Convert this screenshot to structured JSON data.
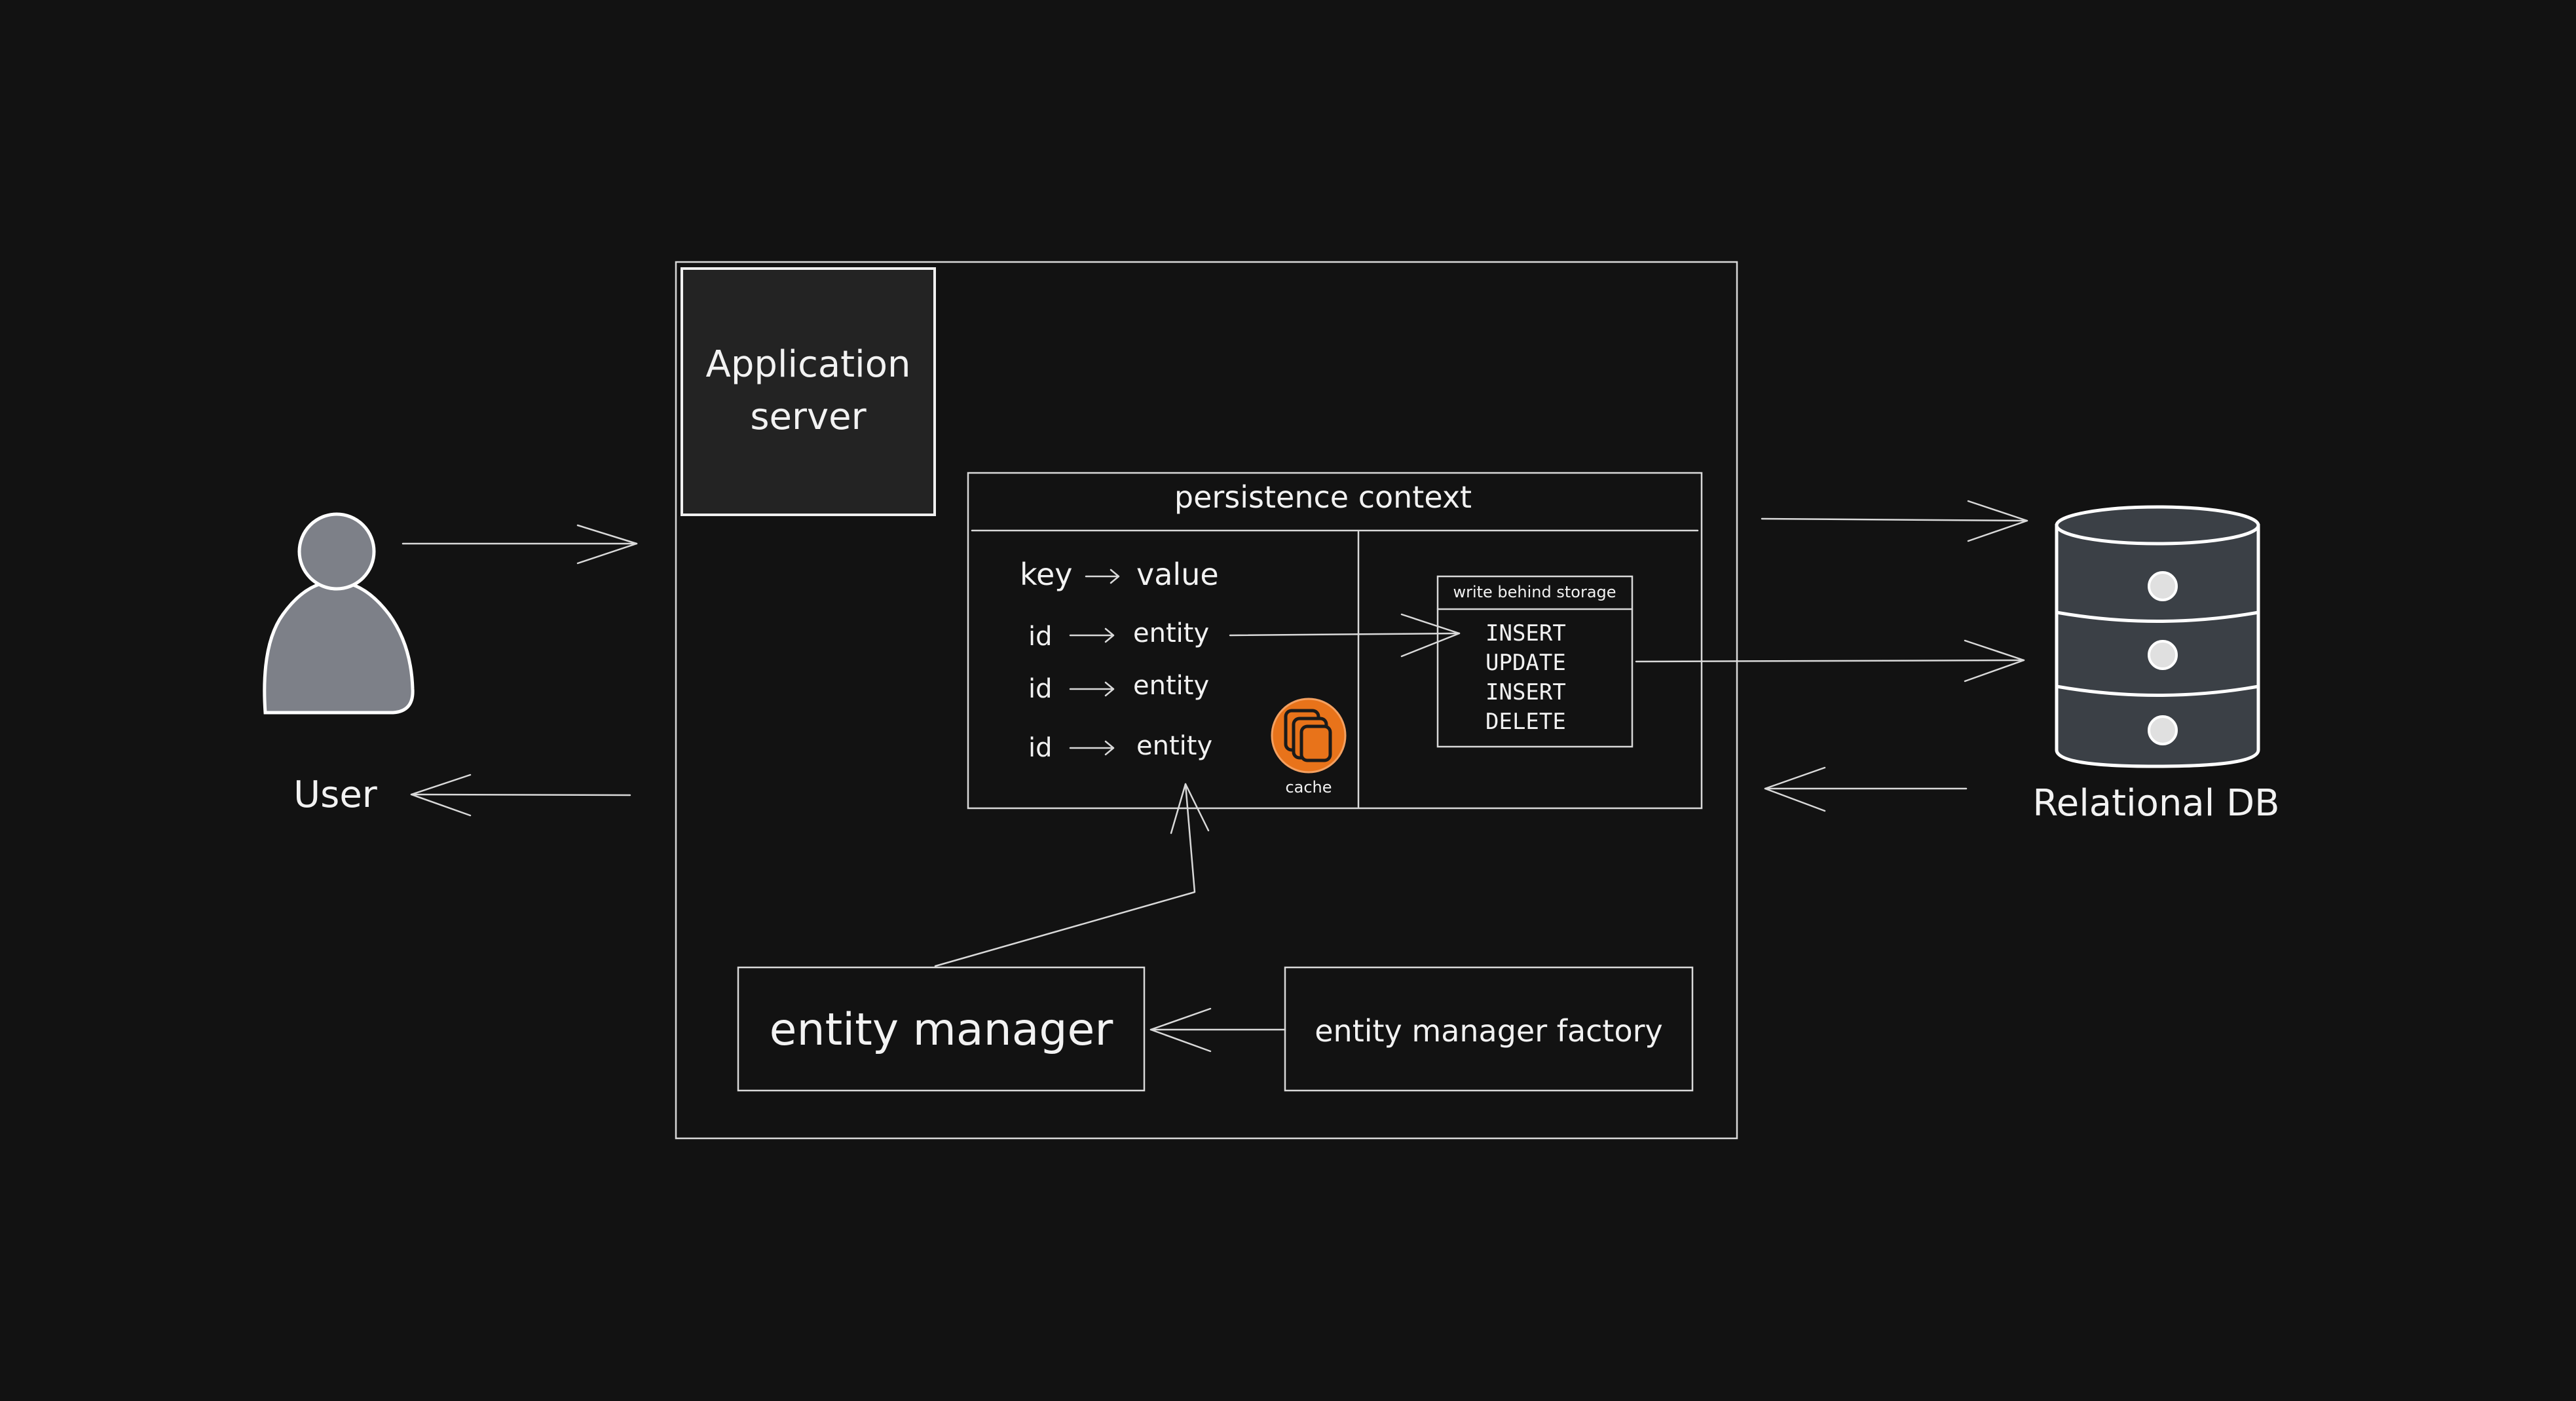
{
  "user": {
    "label": "User"
  },
  "app_server": {
    "label_line1": "Application",
    "label_line2": "server"
  },
  "persistence": {
    "title": "persistence context",
    "header_key": "key",
    "header_value": "value",
    "rows": [
      {
        "key": "id",
        "value": "entity"
      },
      {
        "key": "id",
        "value": "entity"
      },
      {
        "key": "id",
        "value": "entity"
      }
    ],
    "cache_label": "cache",
    "cache_color": "#e8731a"
  },
  "write_behind": {
    "title": "write behind storage",
    "ops": [
      "INSERT",
      "UPDATE",
      "INSERT",
      "DELETE"
    ]
  },
  "entity_manager": {
    "label": "entity manager"
  },
  "entity_manager_factory": {
    "label": "entity manager factory"
  },
  "db": {
    "label": "Relational DB",
    "fill": "#3b4046"
  }
}
